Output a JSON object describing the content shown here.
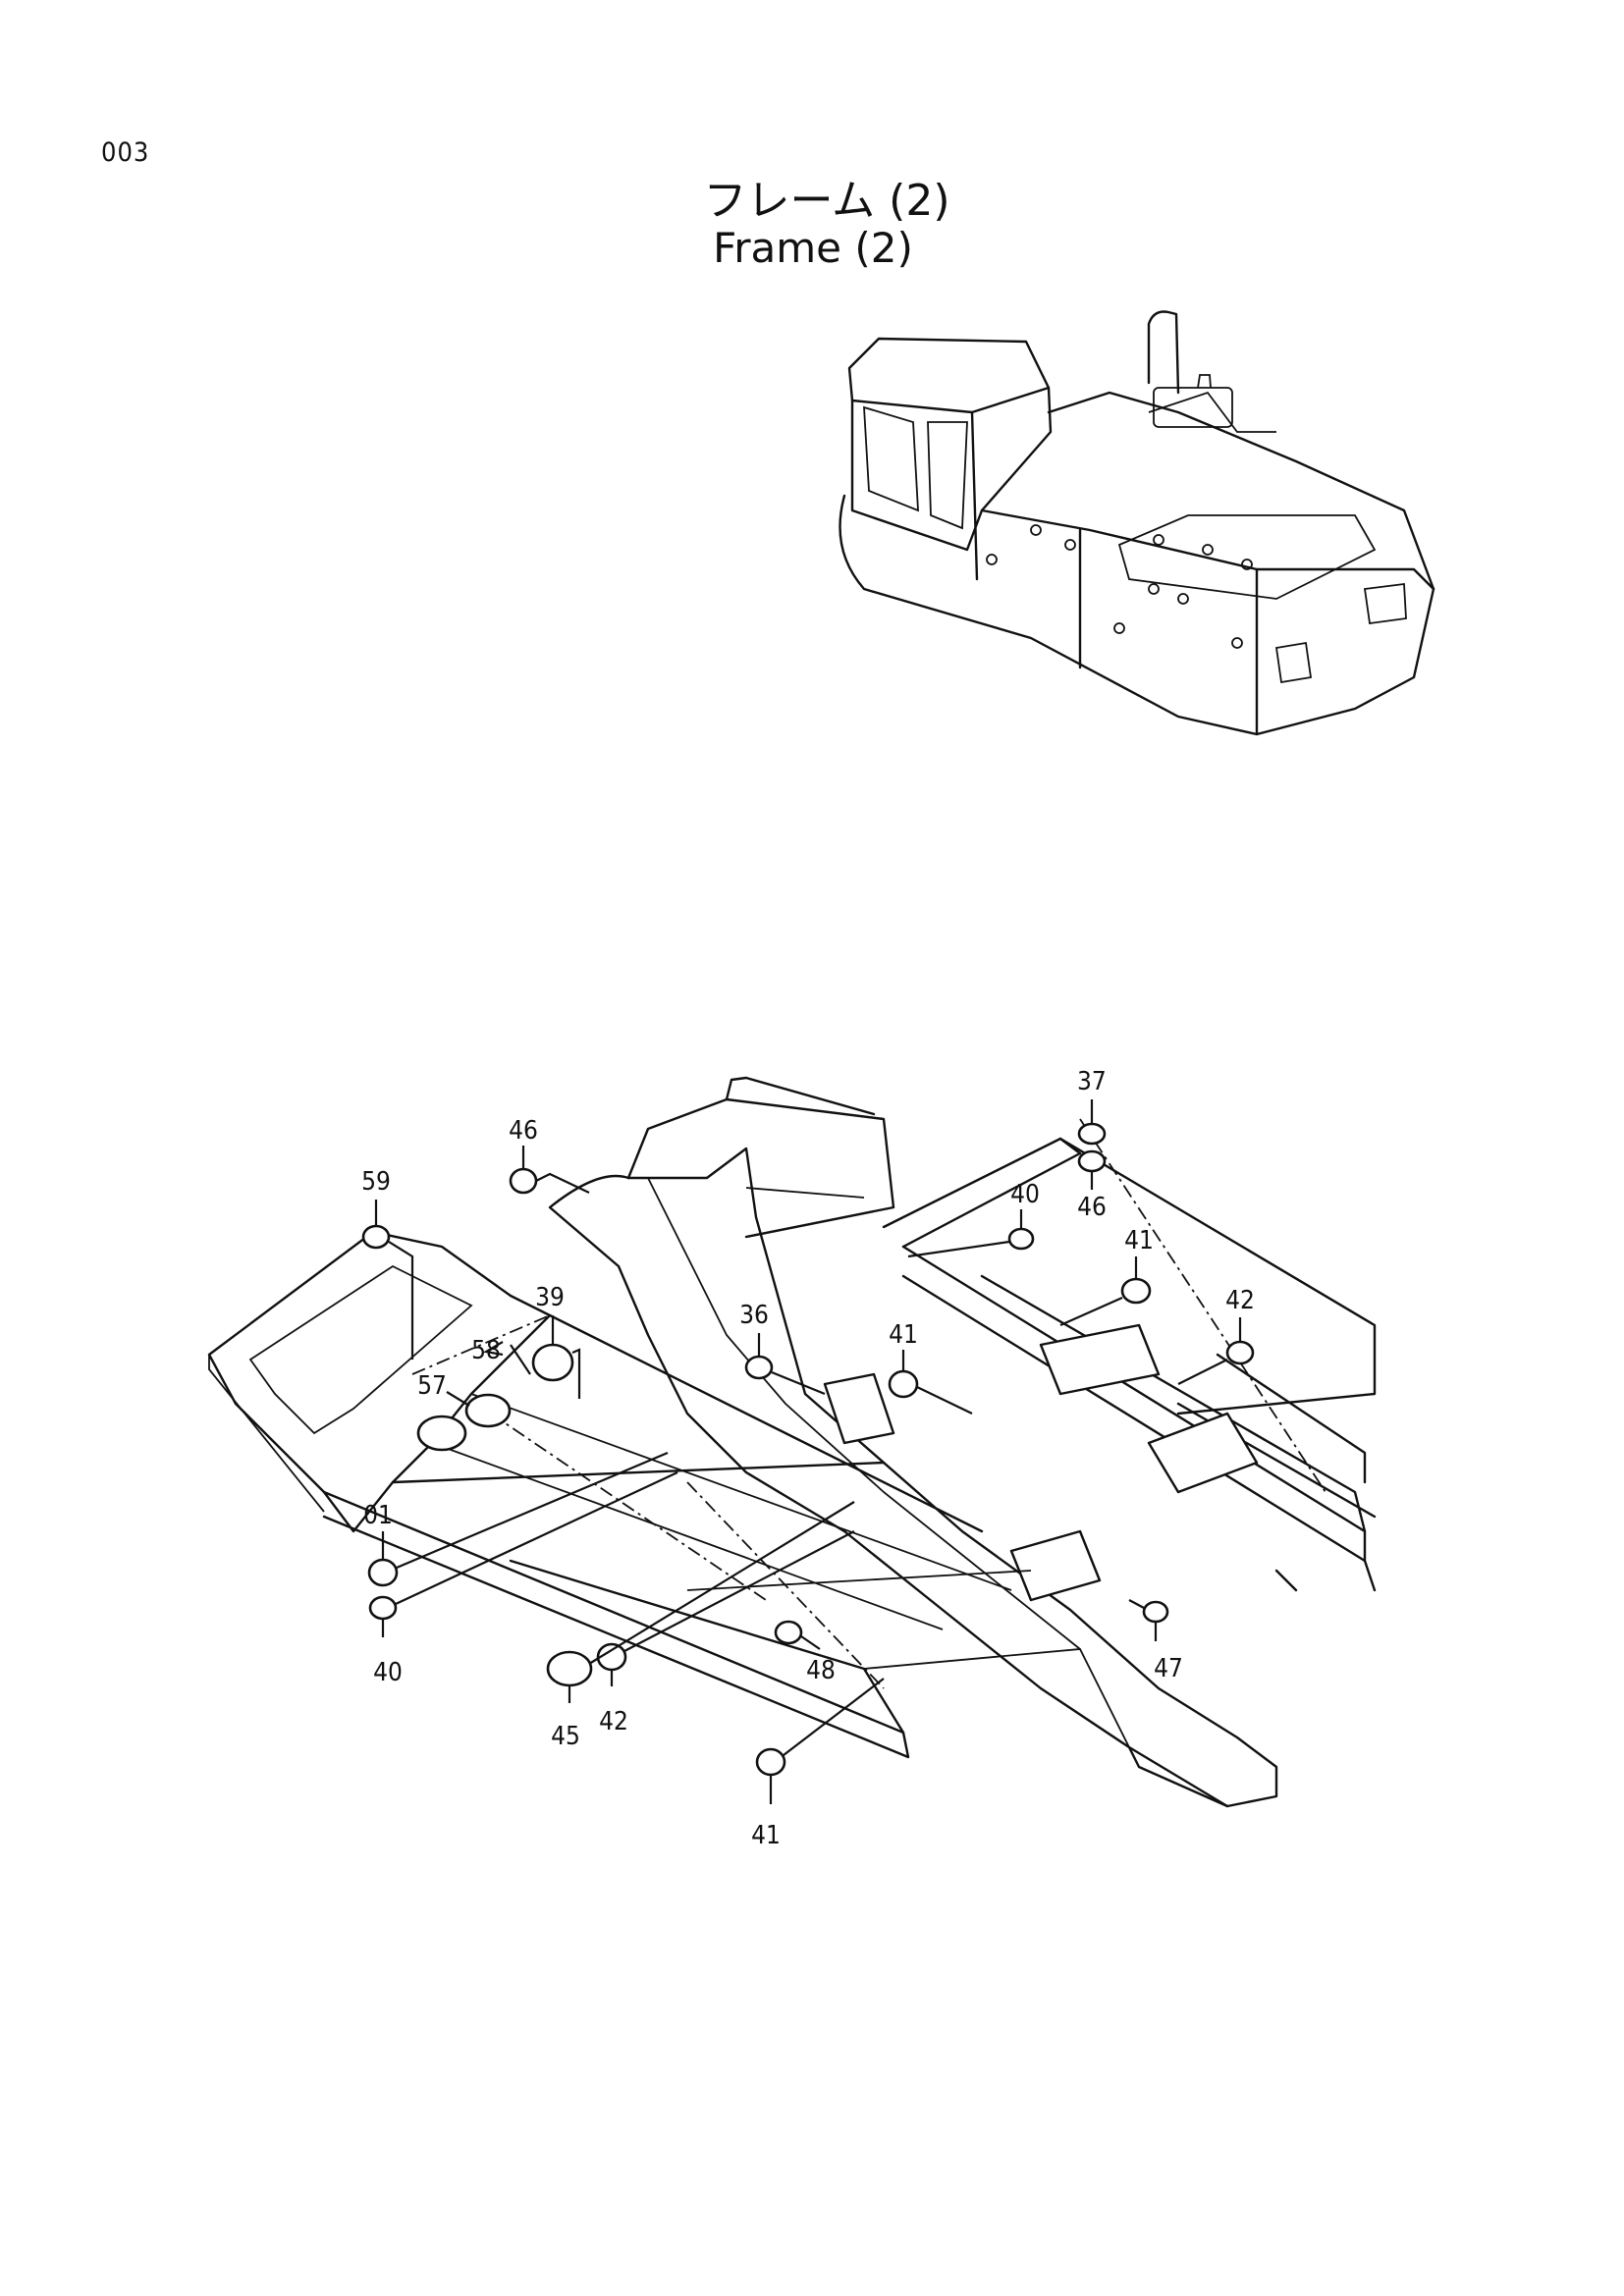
{
  "page_number": "003",
  "title_ja": "フレーム (2)",
  "title_en": "Frame (2)",
  "callouts": [
    {
      "id": "37",
      "label": "37"
    },
    {
      "id": "46a",
      "label": "46"
    },
    {
      "id": "46b",
      "label": "46"
    },
    {
      "id": "59",
      "label": "59"
    },
    {
      "id": "40a",
      "label": "40"
    },
    {
      "id": "41a",
      "label": "41"
    },
    {
      "id": "42a",
      "label": "42"
    },
    {
      "id": "39",
      "label": "39"
    },
    {
      "id": "58",
      "label": "58"
    },
    {
      "id": "57",
      "label": "57"
    },
    {
      "id": "36",
      "label": "36"
    },
    {
      "id": "41b",
      "label": "41"
    },
    {
      "id": "01",
      "label": "01"
    },
    {
      "id": "40b",
      "label": "40"
    },
    {
      "id": "48",
      "label": "48"
    },
    {
      "id": "47",
      "label": "47"
    },
    {
      "id": "45",
      "label": "45"
    },
    {
      "id": "42b",
      "label": "42"
    },
    {
      "id": "41c",
      "label": "41"
    }
  ]
}
